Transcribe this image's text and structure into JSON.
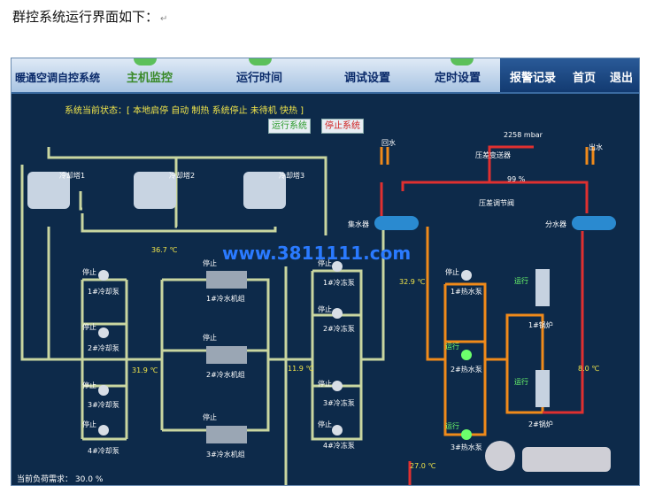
{
  "doc": {
    "heading": "群控系统运行界面如下：",
    "return_mark": "↵"
  },
  "header": {
    "brand": "暖通空调自控系统"
  },
  "nav": [
    {
      "label": "主机监控"
    },
    {
      "label": "运行时间"
    },
    {
      "label": "调试设置"
    },
    {
      "label": "定时设置"
    },
    {
      "label": "报警记录"
    },
    {
      "label": "首页"
    },
    {
      "label": "退出"
    }
  ],
  "status": {
    "text": "系统当前状态：[ 本地启停  自动  制热  系统停止  未待机  快热 ]"
  },
  "buttons": {
    "run": "运行系统",
    "stop": "停止系统"
  },
  "towers": [
    "冷却塔1",
    "冷却塔2",
    "冷却塔3"
  ],
  "cooling_pumps": [
    "1#冷却泵",
    "2#冷却泵",
    "3#冷却泵",
    "4#冷却泵"
  ],
  "chillers": [
    "1#冷水机组",
    "2#冷水机组",
    "3#冷水机组"
  ],
  "chw_pumps": [
    "1#冷冻泵",
    "2#冷冻泵",
    "3#冷冻泵",
    "4#冷冻泵"
  ],
  "hot_pumps": [
    "1#热水泵",
    "2#热水泵",
    "3#热水泵"
  ],
  "boilers": [
    "1#锅炉",
    "2#锅炉"
  ],
  "state_stop": "停止",
  "state_run": "运行",
  "values": {
    "t_tower_out": "36.7 ℃",
    "t_cool_ret": "31.9 ℃",
    "t_chw": "11.9 ℃",
    "t_hot_supply": "32.9 ℃",
    "t_boiler_out": "8.0 ℃",
    "t_return": "27.0 ℃",
    "pressure": "2258 mbar",
    "valve_pct": "99 %",
    "load_label": "当前负荷需求：",
    "load_value": "30.0",
    "load_unit": "%"
  },
  "tags": {
    "return_water": "回水",
    "supply_water": "出水",
    "collector": "集水器",
    "distributor": "分水器",
    "diff_sensor": "压差变送器",
    "diff_valve": "压差调节阀"
  },
  "watermark": "www.3811111.com",
  "colors": {
    "pipe_green": "#c9d6a0",
    "pipe_orange": "#f08a1a",
    "pipe_red": "#e03030",
    "bg": "#0d2a4a"
  }
}
